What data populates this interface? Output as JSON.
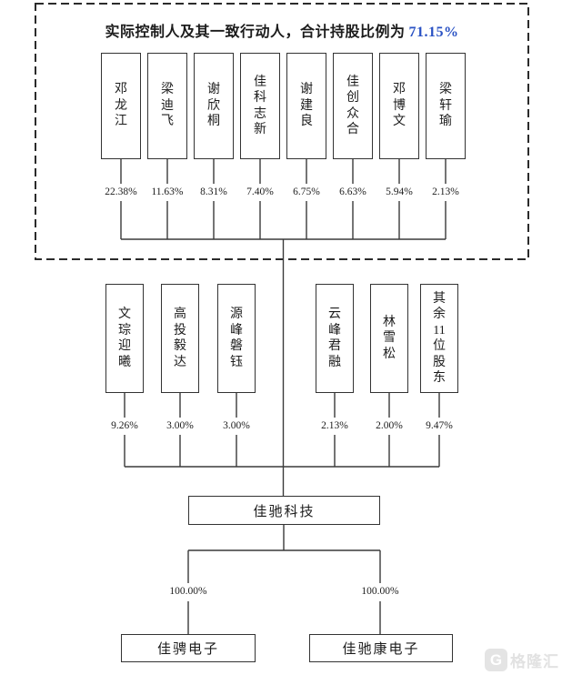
{
  "header": {
    "title_prefix": "实际控制人及其一致行动人，合计持股比例为",
    "title_value": "71.15%"
  },
  "controller_group": {
    "shareholders": [
      {
        "name": "邓龙江",
        "pct": "22.38%"
      },
      {
        "name": "梁迪飞",
        "pct": "11.63%"
      },
      {
        "name": "谢欣桐",
        "pct": "8.31%"
      },
      {
        "name": "佳科志新",
        "pct": "7.40%"
      },
      {
        "name": "谢建良",
        "pct": "6.75%"
      },
      {
        "name": "佳创众合",
        "pct": "6.63%"
      },
      {
        "name": "邓博文",
        "pct": "5.94%"
      },
      {
        "name": "梁轩瑜",
        "pct": "2.13%"
      }
    ]
  },
  "other_shareholders": [
    {
      "name": "文琮迎曦",
      "pct": "9.26%"
    },
    {
      "name": "高投毅达",
      "pct": "3.00%"
    },
    {
      "name": "源峰磐钰",
      "pct": "3.00%"
    },
    {
      "name": "云峰君融",
      "pct": "2.13%"
    },
    {
      "name": "林雪松",
      "pct": "2.00%"
    },
    {
      "name": "其余11位股东",
      "pct": "9.47%"
    }
  ],
  "company": {
    "name": "佳驰科技"
  },
  "subsidiaries": [
    {
      "name": "佳骋电子",
      "pct": "100.00%"
    },
    {
      "name": "佳驰康电子",
      "pct": "100.00%"
    }
  ],
  "watermark": {
    "icon_letter": "G",
    "text": "格隆汇"
  },
  "colors": {
    "accent_blue": "#2a52c4",
    "line": "#3a3a3a"
  }
}
